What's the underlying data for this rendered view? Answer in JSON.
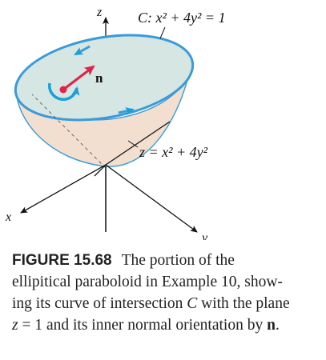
{
  "figure": {
    "axis_labels": {
      "z": "z",
      "x": "x",
      "y": "y"
    },
    "curve_label": "C: x² + 4y² = 1",
    "surface_label": "z = x² + 4y²",
    "normal_label": "n",
    "colors": {
      "rim": "#3a9bd9",
      "top_disk": "#d6e6e2",
      "surface": "#f3dfcf",
      "normal_vector": "#e0234a",
      "orientation_arrow": "#1a9fd8",
      "axes": "#111111"
    }
  },
  "caption": {
    "label": "FIGURE 15.68",
    "line1": "The portion of the",
    "line2": "ellipitical paraboloid in Example 10, show-",
    "line3_prefix": "ing its curve of intersection",
    "line3_var": "C",
    "line3_suffix": "with the plane",
    "line4_var": "z",
    "line4_mid": "= 1 and its inner normal orientation by",
    "line4_bold": "n",
    "line4_end": "."
  }
}
